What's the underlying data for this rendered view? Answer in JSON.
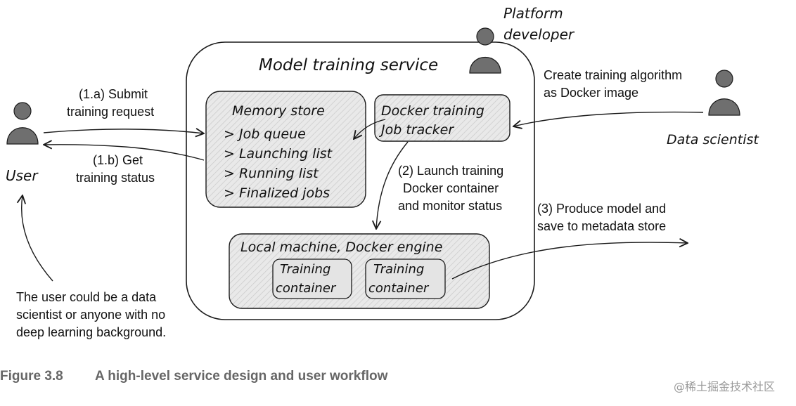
{
  "service": {
    "title": "Model training service"
  },
  "actors": {
    "platform_developer": [
      "Platform",
      "developer"
    ],
    "user": "User",
    "data_scientist": "Data scientist"
  },
  "memory_store": {
    "title": "Memory store",
    "items": [
      "> Job queue",
      "> Launching list",
      "> Running list",
      "> Finalized jobs"
    ]
  },
  "tracker": {
    "lines": [
      "Docker training",
      "Job tracker"
    ]
  },
  "engine": {
    "title": "Local machine, Docker engine",
    "containers": [
      [
        "Training",
        "container"
      ],
      [
        "Training",
        "container"
      ]
    ]
  },
  "labels": {
    "submit": [
      "(1.a) Submit",
      "training request"
    ],
    "get_status": [
      "(1.b) Get",
      "training status"
    ],
    "create_algo": [
      "Create training algorithm",
      "as Docker image"
    ],
    "launch": [
      "(2) Launch training",
      "Docker container",
      "and monitor status"
    ],
    "produce": [
      "(3) Produce model and",
      "save to metadata store"
    ],
    "user_note": [
      "The user could be a data",
      "scientist or anyone with no",
      "deep learning background."
    ]
  },
  "caption": {
    "number": "Figure 3.8",
    "text": "A high-level service design and user workflow"
  },
  "watermark": "@稀土掘金技术社区",
  "colors": {
    "box_fill": "#e6e6e6",
    "person_fill": "#6f6f6f",
    "stroke": "#1a1a1a",
    "caption": "#666666"
  }
}
